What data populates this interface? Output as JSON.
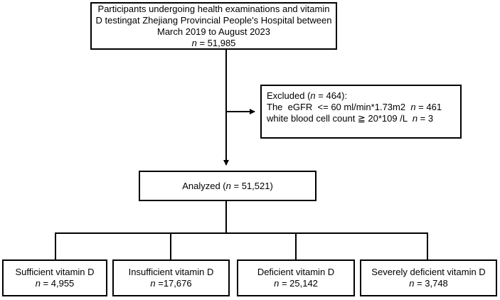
{
  "participants": {
    "line1": "Participants undergoing health examinations and vitamin",
    "line2": "D testingat Zhejiang Provincial People's Hospital between",
    "line3": "March 2019 to August 2023",
    "n_label": "n",
    "n_value": " = 51,985"
  },
  "excluded": {
    "title_prefix": "Excluded (",
    "title_n": "n",
    "title_suffix": " = 464):",
    "egfr_text": "The  eGFR  <= 60 ml/min*1.73m2  ",
    "egfr_n": "n",
    "egfr_value": " = 461",
    "wbc_text": "white blood cell count ≧ 20*109 /L  ",
    "wbc_n": "n",
    "wbc_value": " = 3"
  },
  "analyzed": {
    "prefix": "Analyzed (",
    "n_label": "n",
    "n_value": " = 51,521)"
  },
  "groups": [
    {
      "label": "Sufficient vitamin D",
      "n_label": "n",
      "n_value": " = 4,955"
    },
    {
      "label": "Insufficient vitamin D",
      "n_label": "n",
      "n_value": " =17,676"
    },
    {
      "label": "Deficient vitamin D",
      "n_label": "n",
      "n_value": " = 25,142"
    },
    {
      "label": "Severely deficient vitamin D",
      "n_label": "n",
      "n_value": " = 3,748"
    }
  ]
}
